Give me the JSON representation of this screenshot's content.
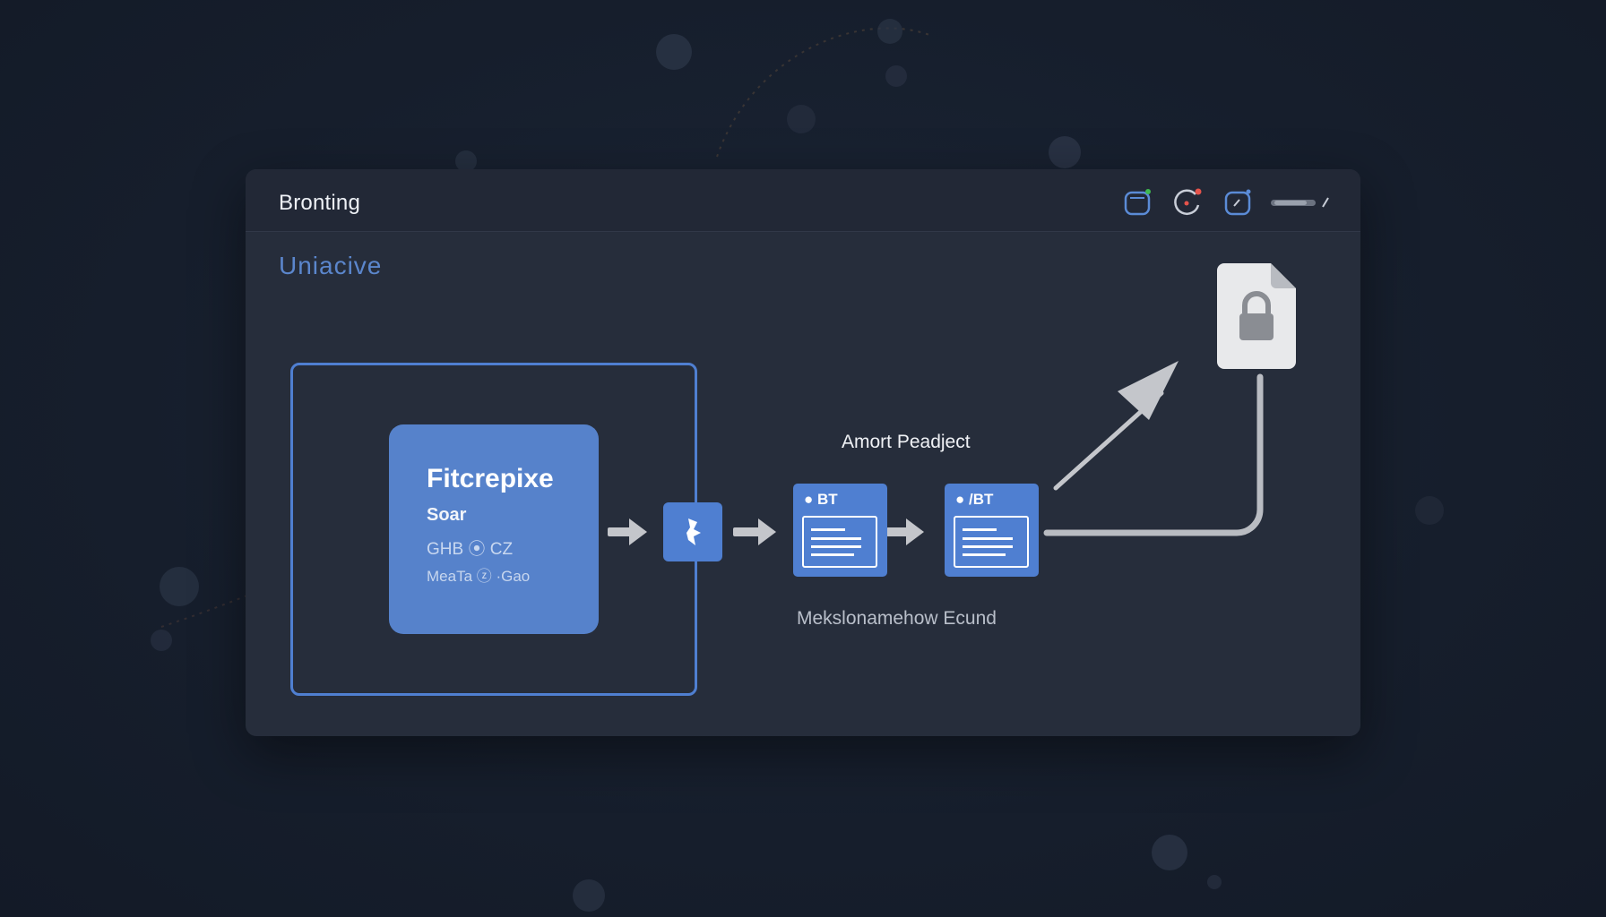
{
  "window": {
    "title": "Bronting",
    "subtitle": "Uniacive"
  },
  "toolbar": {
    "icons": [
      "window-icon",
      "record-icon",
      "check-icon",
      "slider-icon"
    ]
  },
  "main_card": {
    "title": "Fitcrepixe",
    "subtitle": "Soar",
    "line1": "GHB ⦿ CZ",
    "line2": "MeaTa ⓩ ·Gao"
  },
  "flow": {
    "label": "Amort Peadject",
    "caption": "Mekslonamehow Ecund",
    "doc_cards": [
      {
        "label": "● BT"
      },
      {
        "label": "● /BT"
      }
    ]
  },
  "colors": {
    "accent": "#4f7fd1",
    "card": "#5682cb",
    "panel": "#262d3b",
    "titlebar": "#222836",
    "background": "#161e2d"
  }
}
